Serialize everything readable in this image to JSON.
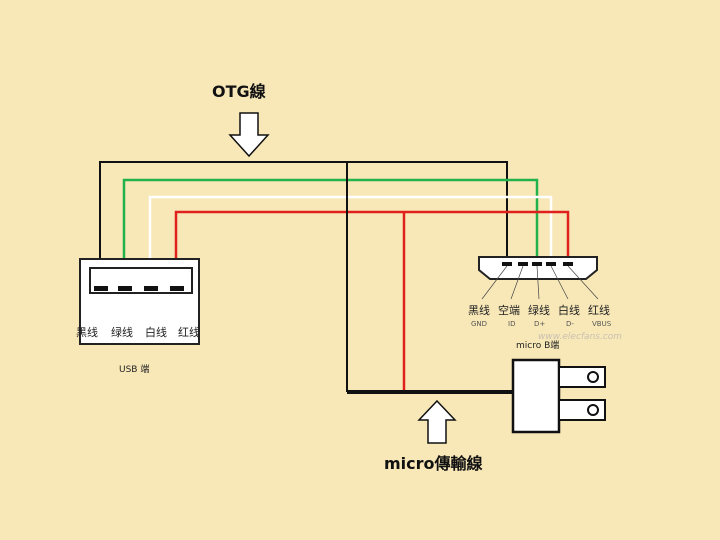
{
  "titles": {
    "otg": "OTG線",
    "micro_cable": "micro傳輸線"
  },
  "usb_end": {
    "caption": "USB 端",
    "pins": [
      "黑线",
      "绿线",
      "白线",
      "红线"
    ]
  },
  "micro_b_end": {
    "caption": "micro B端",
    "pins": [
      "黑线",
      "空端",
      "绿线",
      "白线",
      "红线"
    ],
    "signals": [
      "GND",
      "ID",
      "D+",
      "D-",
      "VBUS"
    ]
  },
  "watermark": "www.elecfans.com",
  "colors": {
    "background": "#f8e8b8",
    "black_wire": "#111111",
    "green_wire": "#21b34a",
    "white_wire": "#ffffff",
    "red_wire": "#e0201c"
  },
  "icons": [
    "down-arrow-icon",
    "up-arrow-icon",
    "power-plug-icon"
  ]
}
